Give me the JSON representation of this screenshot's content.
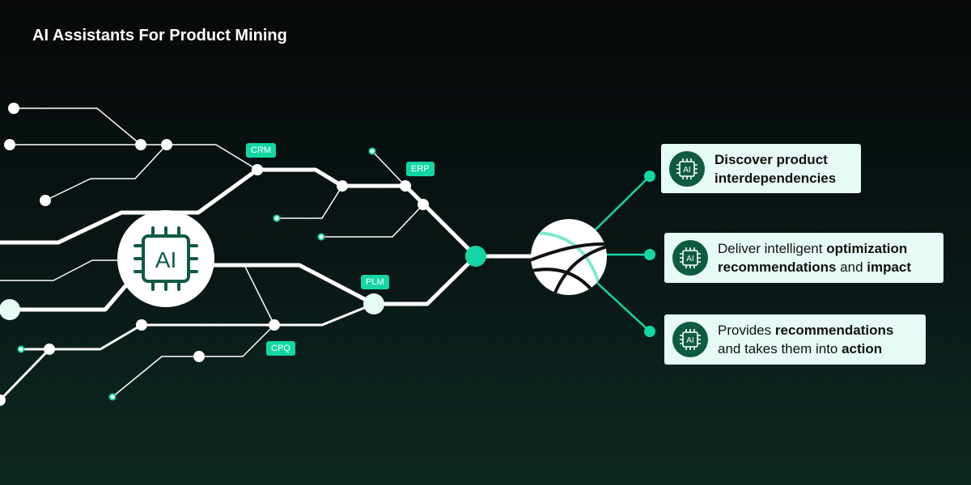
{
  "title": "AI Assistants For Product Mining",
  "hub": {
    "label": "AI"
  },
  "tags": {
    "crm": "CRM",
    "erp": "ERP",
    "plm": "PLM",
    "cpq": "CPQ"
  },
  "cards": [
    {
      "line1": [
        {
          "t": "Discover product",
          "b": true
        }
      ],
      "line2": [
        {
          "t": "interdependencies",
          "b": true
        }
      ]
    },
    {
      "line1": [
        {
          "t": "Deliver intelligent ",
          "b": false
        },
        {
          "t": "optimization",
          "b": true
        }
      ],
      "line2": [
        {
          "t": "recommendations",
          "b": true
        },
        {
          "t": " and ",
          "b": false
        },
        {
          "t": "impact",
          "b": true
        }
      ]
    },
    {
      "line1": [
        {
          "t": "Provides ",
          "b": false
        },
        {
          "t": "recommendations",
          "b": true
        }
      ],
      "line2": [
        {
          "t": "and takes them into ",
          "b": false
        },
        {
          "t": "action",
          "b": true
        }
      ]
    }
  ],
  "card_icon_label": "AI",
  "colors": {
    "accent": "#14d6a4",
    "dark_green": "#0f5a43",
    "card_bg": "#e6faf6"
  }
}
